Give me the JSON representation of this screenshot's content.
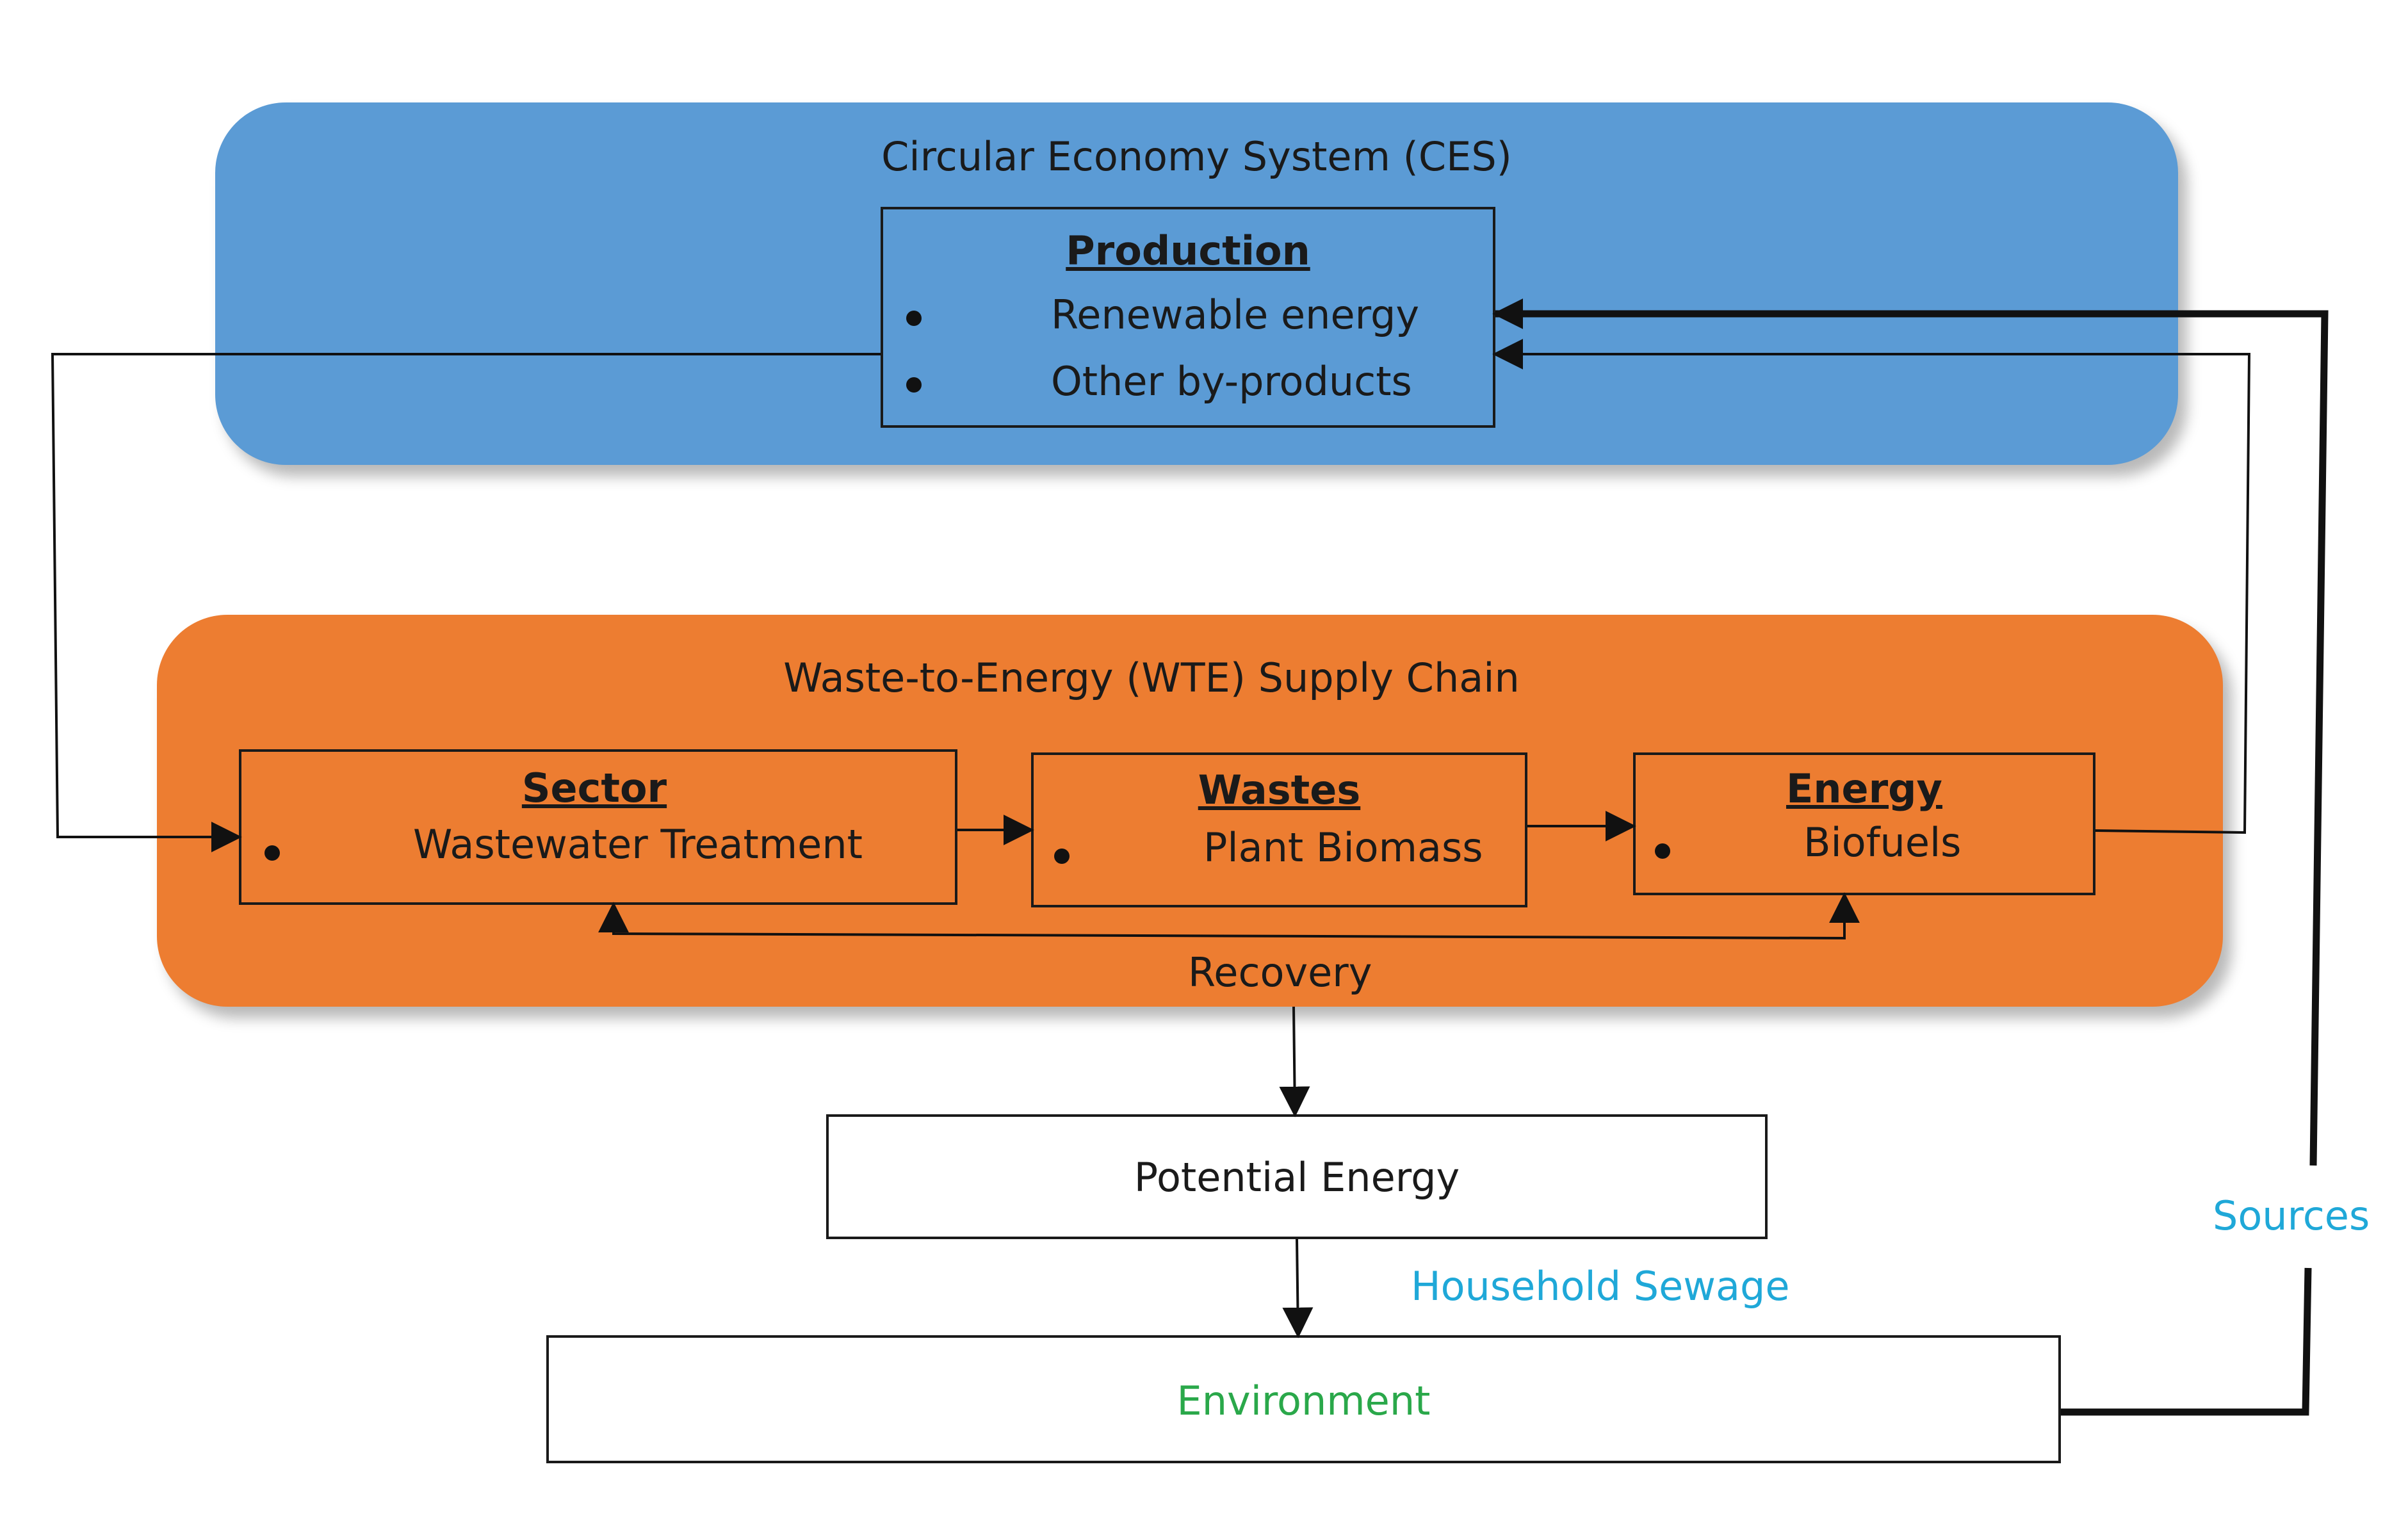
{
  "ces": {
    "title": "Circular Economy System (CES)",
    "color": "#5b9bd5",
    "production": {
      "heading": "Production",
      "items": [
        "Renewable energy",
        "Other by-products"
      ]
    }
  },
  "wte": {
    "title": "Waste-to-Energy (WTE) Supply Chain",
    "color": "#ed7d31",
    "sector": {
      "heading": "Sector",
      "item": "Wastewater Treatment"
    },
    "wastes": {
      "heading": "Wastes",
      "item": "Plant Biomass"
    },
    "energy": {
      "heading": "Energy",
      "item": "Biofuels"
    },
    "recovery_label": "Recovery"
  },
  "potential_energy": {
    "label": "Potential Energy"
  },
  "environment": {
    "label": "Environment",
    "color": "#2aa84a"
  },
  "household_sewage": {
    "label": "Household Sewage",
    "color": "#1fa8d8"
  },
  "sources": {
    "label": "Sources",
    "color": "#1fa8d8"
  }
}
